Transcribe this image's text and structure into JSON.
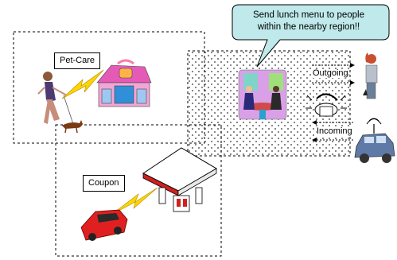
{
  "callout": {
    "line1": "Send lunch menu to people",
    "line2": "within the nearby region!!"
  },
  "labels": {
    "pet_care": "Pet-Care",
    "coupon": "Coupon",
    "outgoing": "Outgoing",
    "incoming": "Incoming"
  },
  "colors": {
    "callout_fill": "#bfe9ea",
    "lightning": "#ffd400",
    "car_red": "#e02020",
    "car_blue": "#5f7aa6",
    "dots": "#333333"
  },
  "icons": [
    "woman-walking-dog-icon",
    "pet-shop-building-icon",
    "lightning-bolt-icon",
    "gas-station-icon",
    "red-car-icon",
    "restaurant-diners-icon",
    "woman-with-phone-icon",
    "ringing-phone-icon",
    "blue-suv-with-antenna-icon"
  ]
}
